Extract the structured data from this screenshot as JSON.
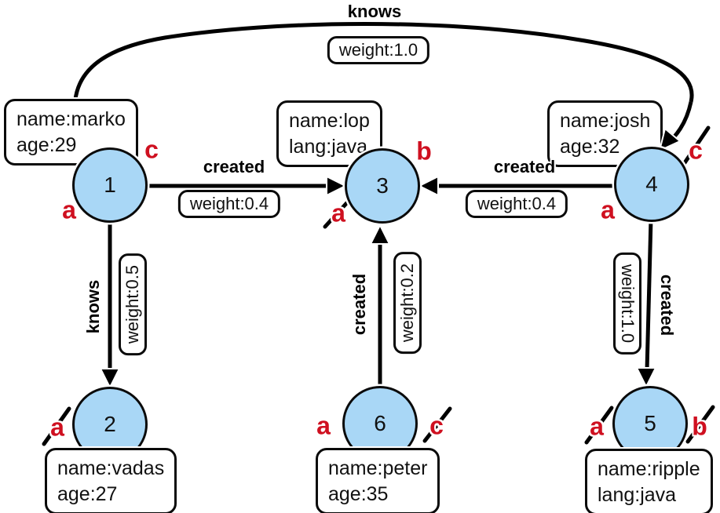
{
  "colors": {
    "node_fill": "#a9d7f6",
    "marker_red": "#cf1020",
    "edge_black": "#000000"
  },
  "nodes": [
    {
      "id": "1",
      "line1": "name:marko",
      "line2": "age:29"
    },
    {
      "id": "2",
      "line1": "name:vadas",
      "line2": "age:27"
    },
    {
      "id": "3",
      "line1": "name:lop",
      "line2": "lang:java"
    },
    {
      "id": "4",
      "line1": "name:josh",
      "line2": "age:32"
    },
    {
      "id": "5",
      "line1": "name:ripple",
      "line2": "lang:java"
    },
    {
      "id": "6",
      "line1": "name:peter",
      "line2": "age:35"
    }
  ],
  "edges": [
    {
      "from": "1",
      "to": "3",
      "label": "created",
      "weight": "weight:0.4"
    },
    {
      "from": "4",
      "to": "3",
      "label": "created",
      "weight": "weight:0.4"
    },
    {
      "from": "1",
      "to": "2",
      "label": "knows",
      "weight": "weight:0.5"
    },
    {
      "from": "6",
      "to": "3",
      "label": "created",
      "weight": "weight:0.2"
    },
    {
      "from": "4",
      "to": "5",
      "label": "created",
      "weight": "weight:1.0"
    },
    {
      "from": "1",
      "to": "4",
      "label": "knows",
      "weight": "weight:1.0"
    }
  ],
  "markers": [
    {
      "node": "1",
      "letter": "c",
      "crossed": false
    },
    {
      "node": "1",
      "letter": "a",
      "crossed": false
    },
    {
      "node": "2",
      "letter": "a",
      "crossed": true
    },
    {
      "node": "3",
      "letter": "b",
      "crossed": false
    },
    {
      "node": "3",
      "letter": "a",
      "crossed": true
    },
    {
      "node": "4",
      "letter": "c",
      "crossed": true
    },
    {
      "node": "4",
      "letter": "a",
      "crossed": false
    },
    {
      "node": "5",
      "letter": "a",
      "crossed": true
    },
    {
      "node": "5",
      "letter": "b",
      "crossed": true
    },
    {
      "node": "6",
      "letter": "a",
      "crossed": false
    },
    {
      "node": "6",
      "letter": "c",
      "crossed": true
    }
  ]
}
